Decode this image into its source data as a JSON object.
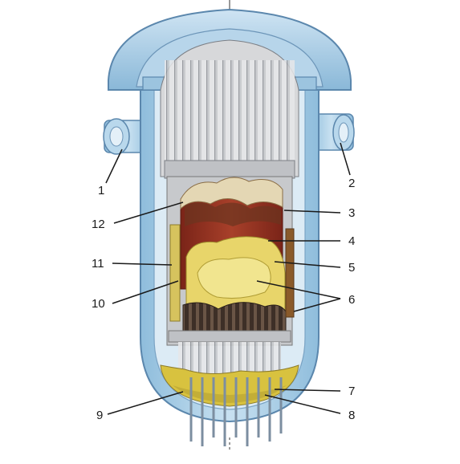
{
  "callouts": [
    {
      "id": "1",
      "label": "1"
    },
    {
      "id": "2",
      "label": "2"
    },
    {
      "id": "3",
      "label": "3"
    },
    {
      "id": "4",
      "label": "4"
    },
    {
      "id": "5",
      "label": "5"
    },
    {
      "id": "6",
      "label": "6"
    },
    {
      "id": "7",
      "label": "7"
    },
    {
      "id": "8",
      "label": "8"
    },
    {
      "id": "9",
      "label": "9"
    },
    {
      "id": "10",
      "label": "10"
    },
    {
      "id": "11",
      "label": "11"
    },
    {
      "id": "12",
      "label": "12"
    }
  ],
  "colors": {
    "vessel_outer": "#a9cfe6",
    "vessel_edge": "#5b87ad",
    "vessel_inner": "#dcebf5",
    "interior_gray": "#d7d8da",
    "molten_red": "#8f2d1f",
    "crust_yellow": "#e8d56a",
    "debris_yellow": "#d8c23f",
    "dark_rods": "#4a3a30",
    "rods_light": "#c9cbcf"
  }
}
